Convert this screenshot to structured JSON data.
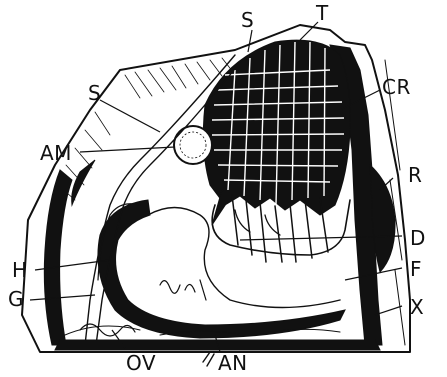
{
  "figure": {
    "labels": {
      "S_top": "S",
      "T": "T",
      "S_left": "S",
      "CR": "CR",
      "AM": "AM",
      "R": "R",
      "D": "D",
      "H": "H",
      "F": "F",
      "G": "G",
      "X": "X",
      "OV": "OV",
      "AN": "AN"
    },
    "colors": {
      "ink": "#111111",
      "paper": "#ffffff"
    }
  }
}
